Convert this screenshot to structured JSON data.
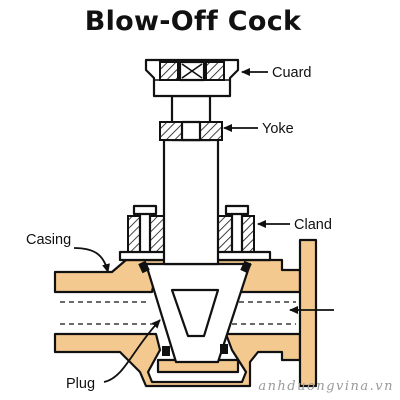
{
  "title": "Blow-Off Cock",
  "labels": {
    "guard": "Cuard",
    "yoke": "Yoke",
    "gland": "Cland",
    "casing": "Casing",
    "plug": "Plug"
  },
  "watermark": "anhduongvina.vn",
  "colors": {
    "body_fill": "#f4c98f",
    "outline": "#111111",
    "watermark": "#9a9a9a"
  }
}
